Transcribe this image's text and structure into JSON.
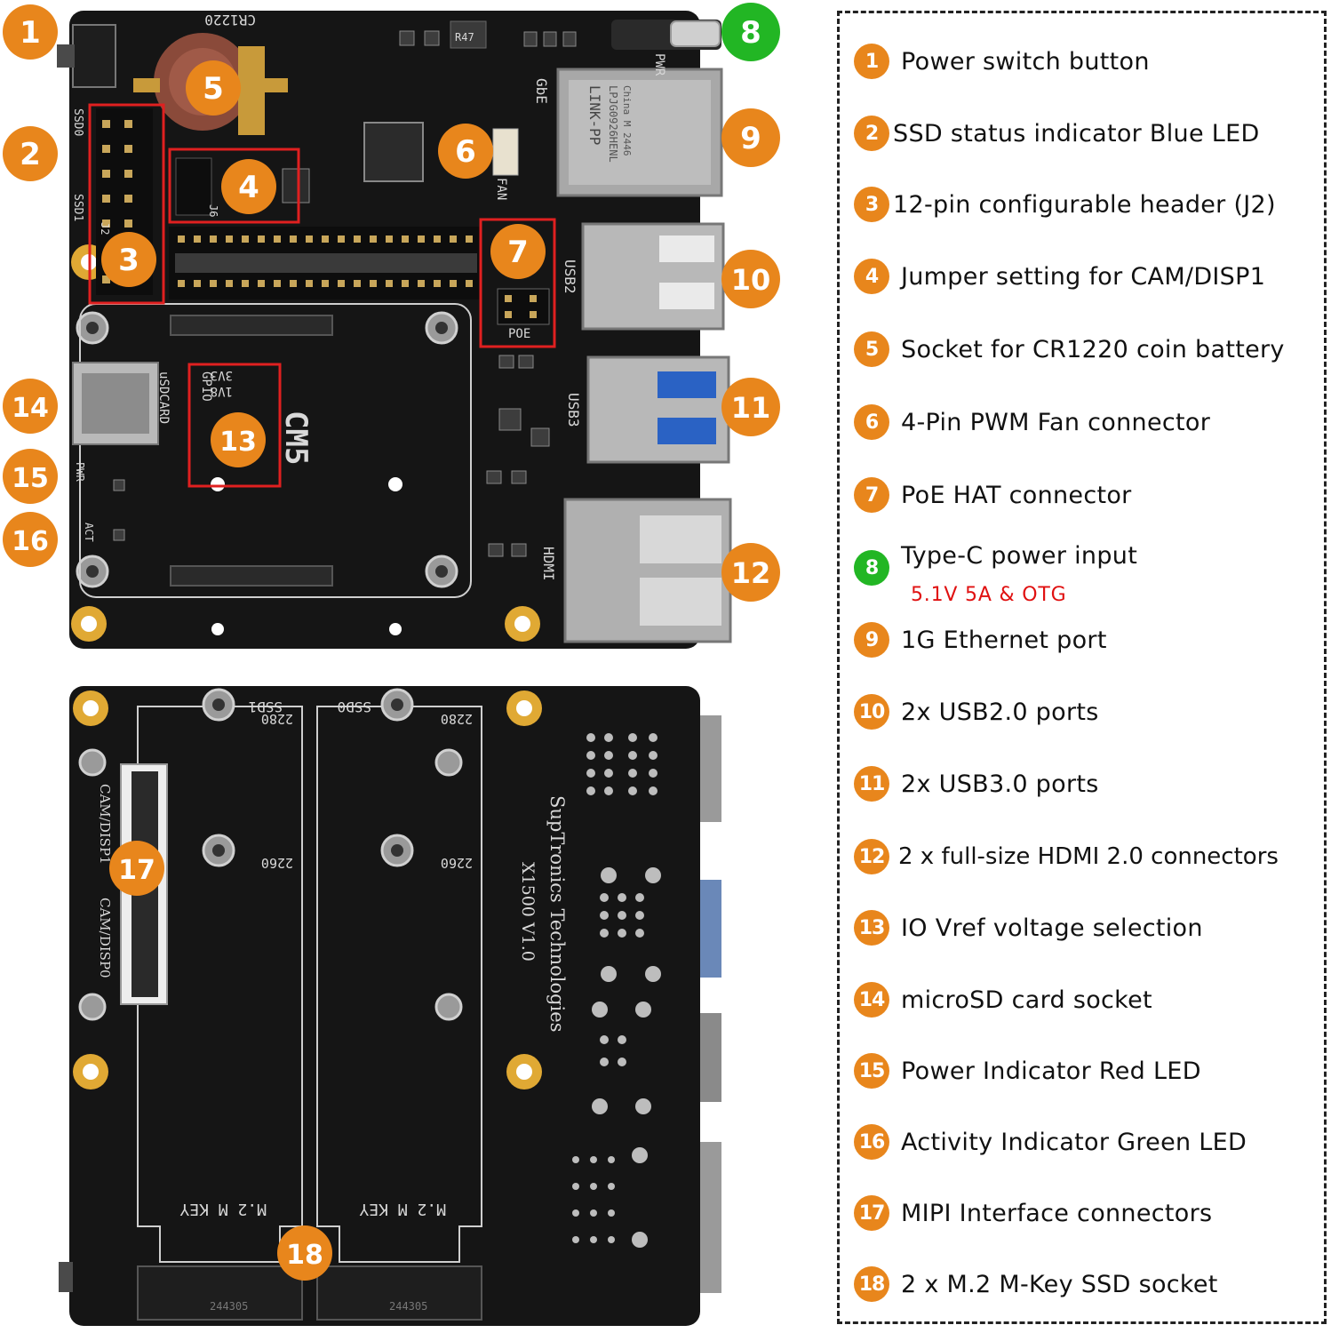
{
  "colors": {
    "badge_orange": "#e8861c",
    "badge_green": "#22b624",
    "board": "#151515",
    "highlight_red": "#e02020",
    "sub_label_red": "#e01010"
  },
  "legend": {
    "items": [
      {
        "num": "1",
        "label": "Power switch button",
        "color": "orange"
      },
      {
        "num": "2",
        "label": "SSD status indicator Blue LED",
        "color": "orange"
      },
      {
        "num": "3",
        "label": "12-pin configurable header (J2)",
        "color": "orange"
      },
      {
        "num": "4",
        "label": "Jumper setting for CAM/DISP1",
        "color": "orange"
      },
      {
        "num": "5",
        "label": "Socket for CR1220 coin battery",
        "color": "orange"
      },
      {
        "num": "6",
        "label": "4-Pin PWM Fan connector",
        "color": "orange"
      },
      {
        "num": "7",
        "label": "PoE HAT connector",
        "color": "orange"
      },
      {
        "num": "8",
        "label": "Type-C power input",
        "color": "green",
        "sub": "5.1V 5A & OTG"
      },
      {
        "num": "9",
        "label": "1G Ethernet port",
        "color": "orange"
      },
      {
        "num": "10",
        "label": "2x USB2.0 ports",
        "color": "orange"
      },
      {
        "num": "11",
        "label": "2x USB3.0 ports",
        "color": "orange"
      },
      {
        "num": "12",
        "label": "2 x full-size HDMI 2.0 connectors",
        "color": "orange"
      },
      {
        "num": "13",
        "label": "IO Vref voltage selection",
        "color": "orange"
      },
      {
        "num": "14",
        "label": "microSD card socket",
        "color": "orange"
      },
      {
        "num": "15",
        "label": "Power Indicator Red LED",
        "color": "orange"
      },
      {
        "num": "16",
        "label": "Activity Indicator Green LED",
        "color": "orange"
      },
      {
        "num": "17",
        "label": "MIPI Interface connectors",
        "color": "orange"
      },
      {
        "num": "18",
        "label": "2 x M.2 M-Key SSD socket",
        "color": "orange"
      }
    ]
  },
  "silkscreen": {
    "top": {
      "cr1220": "CR1220",
      "r47": "R47",
      "pwr": "PWR",
      "gbe": "GbE",
      "fan": "FAN",
      "ssd0": "SSD0",
      "ssd1": "SSD1",
      "j2": "J2",
      "j6": "J6",
      "usb2": "USB2",
      "poe": "POE",
      "usb3": "USB3",
      "hdmi": "HDMI",
      "usdcard": "uSDCARD",
      "gpio": "GPIO",
      "v33": "3V3",
      "v18": "1V8",
      "cm5": "CM5",
      "pwr_led": "PWR",
      "act_led": "ACT",
      "jack_brand": "LINK-PP",
      "jack_model": "LPJG0926HENL",
      "jack_origin": "China M 2446"
    },
    "bottom": {
      "ssd1": "SSD1",
      "ssd0": "SSD0",
      "len2280_a": "2280",
      "len2280_b": "2280",
      "len2260_a": "2260",
      "len2260_b": "2260",
      "cam_disp1": "CAM/DISP1",
      "cam_disp0": "CAM/DISP0",
      "brand": "SupTronics Technologies",
      "model": "X1500  V1.0",
      "mkey_a": "M.2 M KEY",
      "mkey_b": "M.2 M KEY",
      "socket_a": "244305",
      "socket_b": "244305"
    }
  },
  "callouts": [
    {
      "num": "1",
      "color": "orange"
    },
    {
      "num": "2",
      "color": "orange"
    },
    {
      "num": "3",
      "color": "orange"
    },
    {
      "num": "4",
      "color": "orange"
    },
    {
      "num": "5",
      "color": "orange"
    },
    {
      "num": "6",
      "color": "orange"
    },
    {
      "num": "7",
      "color": "orange"
    },
    {
      "num": "8",
      "color": "green"
    },
    {
      "num": "9",
      "color": "orange"
    },
    {
      "num": "10",
      "color": "orange"
    },
    {
      "num": "11",
      "color": "orange"
    },
    {
      "num": "12",
      "color": "orange"
    },
    {
      "num": "13",
      "color": "orange"
    },
    {
      "num": "14",
      "color": "orange"
    },
    {
      "num": "15",
      "color": "orange"
    },
    {
      "num": "16",
      "color": "orange"
    },
    {
      "num": "17",
      "color": "orange"
    },
    {
      "num": "18",
      "color": "orange"
    }
  ]
}
